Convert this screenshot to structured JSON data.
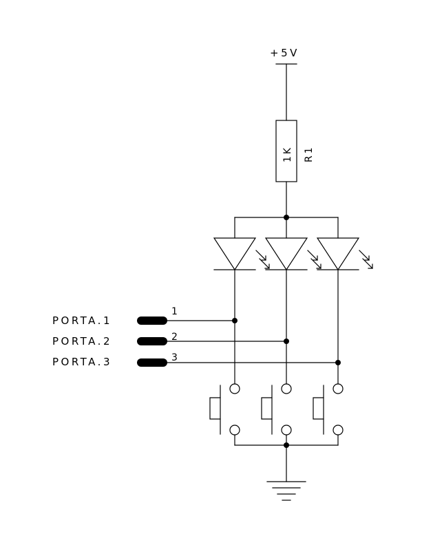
{
  "supply": {
    "label": "+5V"
  },
  "resistor": {
    "value": "1K",
    "ref": "R1"
  },
  "ports": [
    {
      "label": "PORTA.1",
      "pin": "1"
    },
    {
      "label": "PORTA.2",
      "pin": "2"
    },
    {
      "label": "PORTA.3",
      "pin": "3"
    }
  ],
  "leds": [
    {
      "id": "led-1"
    },
    {
      "id": "led-2"
    },
    {
      "id": "led-3"
    }
  ],
  "buttons": [
    {
      "id": "button-1"
    },
    {
      "id": "button-2"
    },
    {
      "id": "button-3"
    }
  ],
  "ground": {
    "symbol": "ground"
  }
}
